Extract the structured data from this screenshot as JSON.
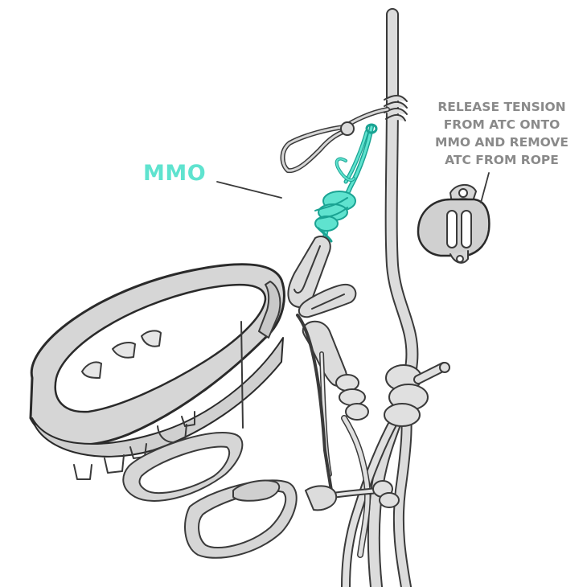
{
  "labels": {
    "mmo": "MMO",
    "instruction_lines": [
      "RELEASE TENSION",
      "FROM ATC ONTO",
      "MMO AND REMOVE",
      "ATC FROM ROPE"
    ]
  },
  "colors": {
    "accent": "#5fe3cf",
    "accent_stroke": "#1aa393",
    "text_gray": "#8a8a8a",
    "gear_fill": "#d9d9d9",
    "gear_fill_light": "#e6e6e6",
    "line": "#3a3a3a"
  },
  "parts": {
    "rope": "rope",
    "harness": "harness",
    "mmo_cord": "mmo-cord",
    "atc": "atc-belay-device"
  }
}
